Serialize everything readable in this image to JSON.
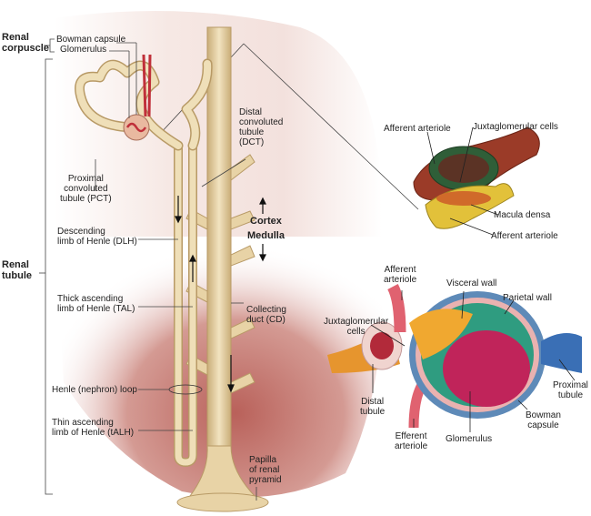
{
  "figure": {
    "title": "Nephron anatomy",
    "left_group_labels": {
      "renal_corpuscle": "Renal\ncorpuscle",
      "renal_tubule": "Renal\ntubule"
    },
    "nephron_labels": {
      "bowman_capsule": "Bowman capsule",
      "glomerulus": "Glomerulus",
      "pct": "Proximal\nconvoluted\ntubule (PCT)",
      "dlh": "Descending\nlimb of Henle (DLH)",
      "tal": "Thick ascending\nlimb of Henle (TAL)",
      "henle_loop": "Henle (nephron) loop",
      "talh": "Thin ascending\nlimb of Henle (tALH)",
      "dct": "Distal\nconvoluted\ntubule\n(DCT)",
      "cortex": "Cortex",
      "medulla": "Medulla",
      "collecting_duct": "Collecting\nduct (CD)",
      "papilla": "Papilla\nof renal\npyramid"
    },
    "jga_inset_labels": {
      "afferent_top": "Afferent arteriole",
      "juxtaglomerular": "Juxtaglomerular cells",
      "macula_densa": "Macula densa",
      "afferent_bottom": "Afferent arteriole"
    },
    "corpuscle_inset_labels": {
      "afferent": "Afferent\narteriole",
      "visceral": "Visceral wall",
      "parietal": "Parietal wall",
      "juxtaglomerular": "Juxtaglomerular\ncells",
      "distal": "Distal\ntubule",
      "proximal": "Proximal\ntubule",
      "efferent": "Efferent\narteriole",
      "glomerulus": "Glomerulus",
      "bowman": "Bowman\ncapsule"
    },
    "colors": {
      "tubule": "#e8d3a6",
      "tubule_edge": "#b89a66",
      "cortex_bg": "#f8ecea",
      "medulla_bg": "#c97f78",
      "artery": "#c0303a",
      "jg_green": "#2f5e38",
      "macula_yellow": "#e2c13a"
    }
  }
}
